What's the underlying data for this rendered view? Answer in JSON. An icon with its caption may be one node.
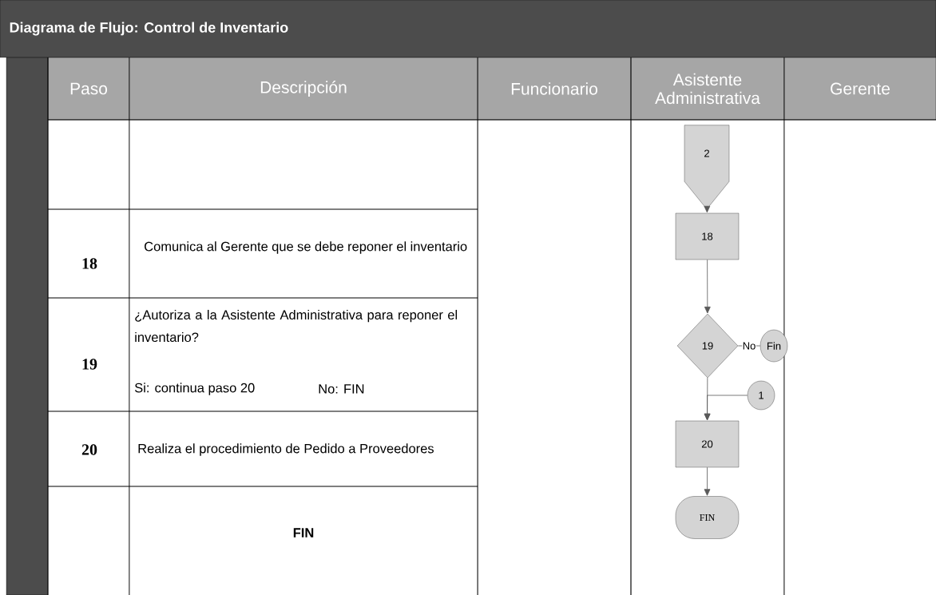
{
  "diagram": {
    "title": "Diagrama de Flujo: Control de Inventario",
    "nodes": [
      {
        "text": [
          "2"
        ]
      },
      {
        "text": [
          "18"
        ]
      },
      {
        "text": [
          "19"
        ]
      },
      {
        "text": [
          "Fin"
        ]
      },
      {
        "text": [
          "1"
        ]
      },
      {
        "text": [
          "20"
        ]
      },
      {
        "text": [
          "FIN"
        ]
      }
    ],
    "edges": [
      {
        "from": 0,
        "to": 1,
        "arrow": "to"
      },
      {
        "from": 1,
        "to": 2,
        "arrow": "to"
      },
      {
        "from": 2,
        "to": 3,
        "arrow": "none",
        "label": "No"
      },
      {
        "from": 2,
        "to": 5,
        "arrow": "to"
      },
      {
        "from": 4,
        "to": 5,
        "arrow": "to"
      },
      {
        "from": 5,
        "to": 6,
        "arrow": "to"
      }
    ],
    "labels": [
      "Paso",
      "Descripción",
      "Funcionario",
      "Asistente Administrativa",
      "Gerente",
      "18",
      "Comunica al Gerente que se debe reponer el inventario",
      "19",
      "¿Autoriza a la Asistente Administrativa para reponer el inventario?",
      "Si: continua paso 20",
      "No: FIN",
      "20",
      "Realiza el procedimiento de Pedido a Proveedores",
      "FIN"
    ]
  }
}
